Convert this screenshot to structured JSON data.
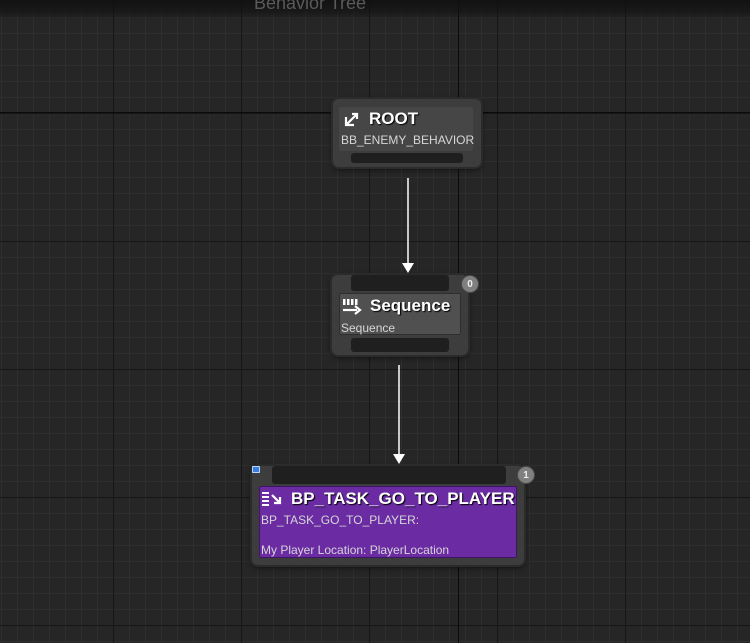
{
  "graph": {
    "title": "Behavior Tree"
  },
  "colors": {
    "task_purple": "#6b2ba3",
    "node_grey": "#3d3d3d",
    "wire": "#ffffff"
  },
  "nodes": {
    "root": {
      "title": "ROOT",
      "subtitle": "BB_ENEMY_BEHAVIOR",
      "icon": "root-icon"
    },
    "sequence": {
      "title": "Sequence",
      "subtitle": "Sequence",
      "index": "0",
      "icon": "sequence-icon"
    },
    "task": {
      "title": "BP_TASK_GO_TO_PLAYER",
      "subtitle": "BP_TASK_GO_TO_PLAYER:",
      "property": "My Player Location: PlayerLocation",
      "index": "1",
      "icon": "task-icon",
      "marker_icon": "blueprint-marker-icon"
    }
  }
}
